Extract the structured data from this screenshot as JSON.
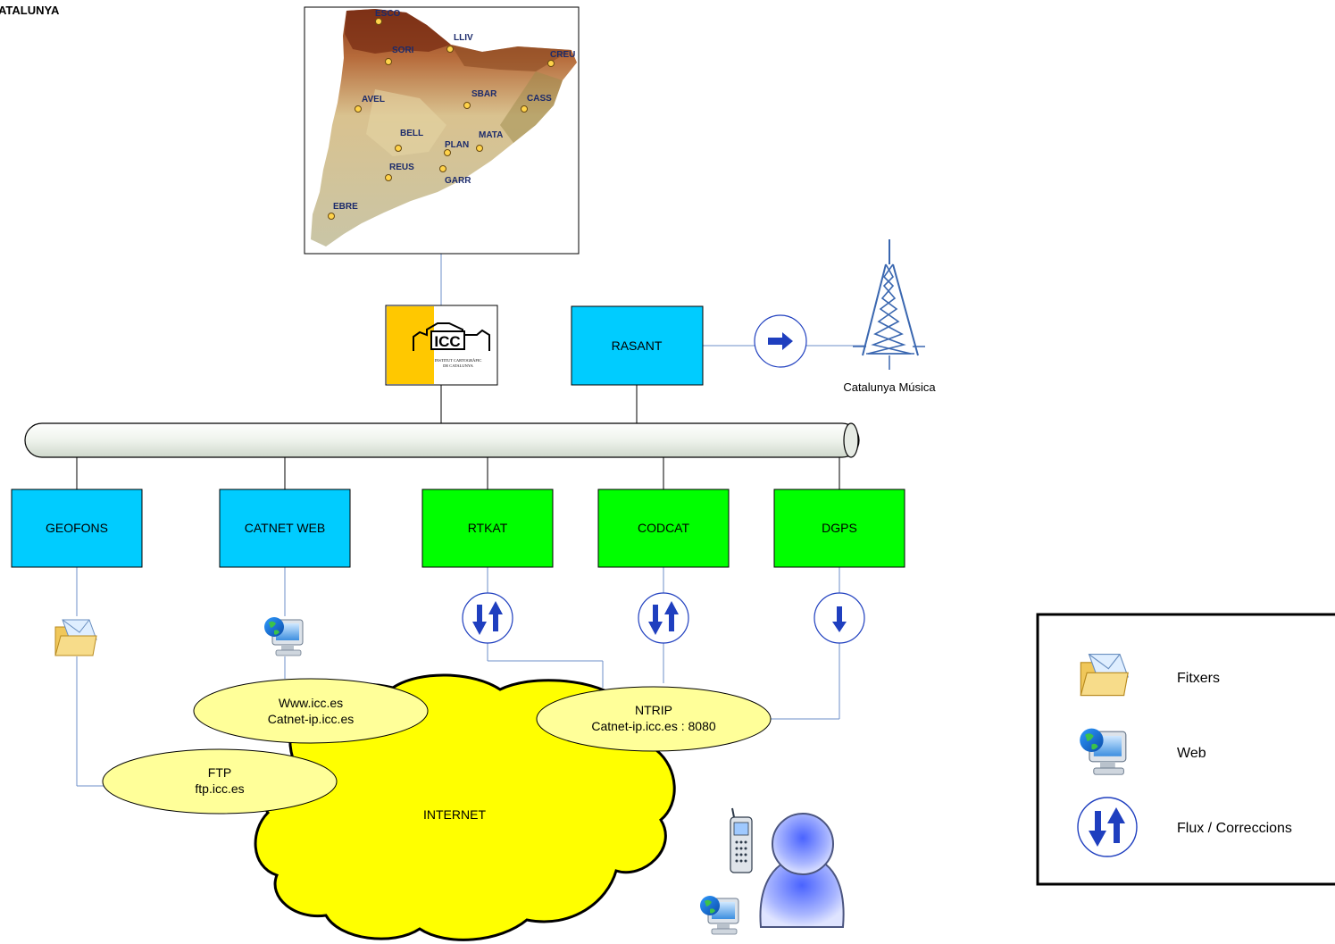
{
  "header": {
    "corner_text": "ATALUNYA"
  },
  "map": {
    "stations": [
      {
        "code": "ESCO"
      },
      {
        "code": "LLIV"
      },
      {
        "code": "SORI"
      },
      {
        "code": "CREU"
      },
      {
        "code": "AVEL"
      },
      {
        "code": "SBAR"
      },
      {
        "code": "CASS"
      },
      {
        "code": "BELL"
      },
      {
        "code": "MATA"
      },
      {
        "code": "PLAN"
      },
      {
        "code": "REUS"
      },
      {
        "code": "GARR"
      },
      {
        "code": "EBRE"
      }
    ]
  },
  "logo": {
    "acronym": "ICC",
    "subtitle_line1": "INSTITUT CARTOGRÀFIC",
    "subtitle_line2": "DE CATALUNYA"
  },
  "nodes": {
    "rasant": "RASANT",
    "geofons": "GEOFONS",
    "catnet_web": "CATNET WEB",
    "rtkat": "RTKAT",
    "codcat": "CODCAT",
    "dgps": "DGPS"
  },
  "broadcast": {
    "label": "Catalunya Música"
  },
  "servers": {
    "web_line1": "Www.icc.es",
    "web_line2": "Catnet-ip.icc.es",
    "ftp_line1": "FTP",
    "ftp_line2": "ftp.icc.es",
    "ntrip_line1": "NTRIP",
    "ntrip_line2": "Catnet-ip.icc.es : 8080"
  },
  "cloud": {
    "label": "INTERNET"
  },
  "legend": {
    "items": [
      {
        "icon": "folder-mail-icon",
        "label": "Fitxers"
      },
      {
        "icon": "web-computer-icon",
        "label": "Web"
      },
      {
        "icon": "up-down-arrows-icon",
        "label": "Flux / Correccions"
      }
    ]
  },
  "colors": {
    "cyan_box": "#00ccff",
    "green_box": "#00ff00",
    "cloud_fill": "#ffff00",
    "ellipse_fill": "#ffff99",
    "connector": "#6d8fc9",
    "arrow_blue": "#1f3fbf",
    "tower_blue": "#3a67b0"
  }
}
